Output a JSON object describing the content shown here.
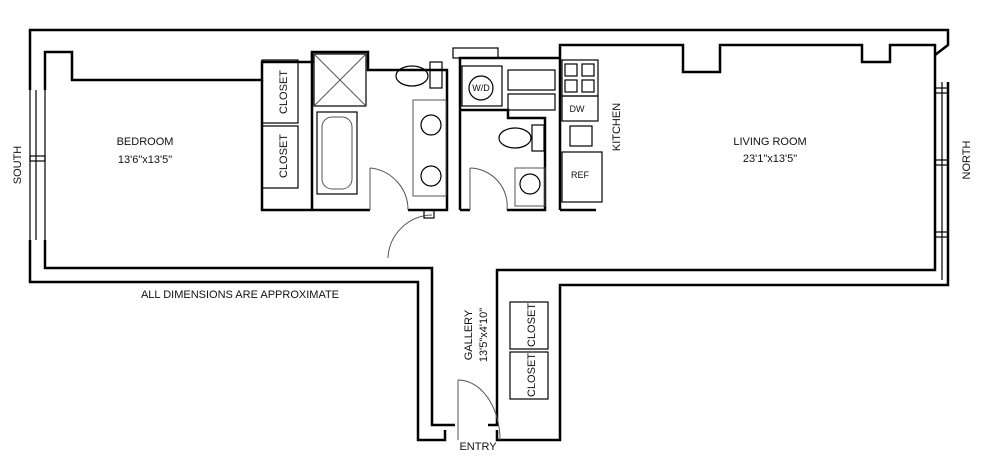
{
  "rooms": {
    "bedroom": {
      "name": "BEDROOM",
      "size": "13'6\"x13'5\""
    },
    "living_room": {
      "name": "LIVING ROOM",
      "size": "23'1\"x13'5\""
    },
    "gallery": {
      "name": "GALLERY",
      "size": "13'5\"x4'10\""
    },
    "kitchen": {
      "name": "KITCHEN"
    }
  },
  "labels": {
    "closet": "CLOSET",
    "washer_dryer": "W/D",
    "dishwasher": "DW",
    "refrigerator": "REF",
    "entry": "ENTRY",
    "south": "SOUTH",
    "north": "NORTH",
    "note": "ALL DIMENSIONS ARE APPROXIMATE"
  }
}
